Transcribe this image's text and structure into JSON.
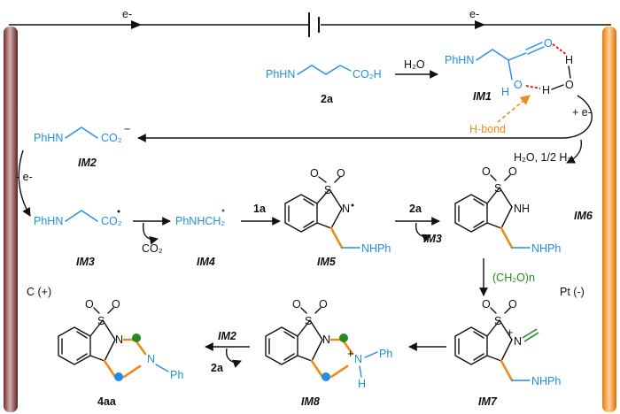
{
  "electron": "e-",
  "electrode_left": "C (+)",
  "electrode_right": "Pt (-)",
  "reactant_2a": {
    "amine": "PhHN",
    "acid": "CO₂H",
    "label": "2a"
  },
  "step_water": "H₂O",
  "im1": {
    "amine": "PhHN",
    "o": "O",
    "h": "H",
    "label": "IM1"
  },
  "h_bond": "H-bond",
  "plus_e": "+ e-",
  "im2": {
    "amine": "PhHN",
    "group": "CO₂",
    "charge": "−",
    "label": "IM2"
  },
  "h2o_h2": "H₂O, 1/2 H₂",
  "minus_e": "- e-",
  "im3": {
    "amine": "PhHN",
    "group": "CO₂",
    "label": "IM3"
  },
  "co2": "CO₂",
  "im4": {
    "text": "PhNHCH₂",
    "label": "IM4"
  },
  "step_1a": "1a",
  "im5": {
    "s": "S",
    "o": "O",
    "n": "N",
    "side": "NHPh",
    "label": "IM5"
  },
  "step_2a": "2a",
  "step_im3": "IM3",
  "im6": {
    "s": "S",
    "o": "O",
    "nh": "NH",
    "side": "NHPh",
    "label": "IM6"
  },
  "formaldehyde": "(CH₂O)n",
  "im7": {
    "s": "S",
    "o": "O",
    "n": "N",
    "plus": "+",
    "side": "NHPh",
    "label": "IM7"
  },
  "im8": {
    "s": "S",
    "o": "O",
    "n": "N",
    "n2": "N",
    "plus": "+",
    "ph": "Ph",
    "h": "H",
    "label": "IM8"
  },
  "step_im2": "IM2",
  "step_2a_bottom": "2a",
  "p4aa": {
    "s": "S",
    "o": "O",
    "n": "N",
    "n2": "N",
    "ph": "Ph",
    "label": "4aa"
  }
}
